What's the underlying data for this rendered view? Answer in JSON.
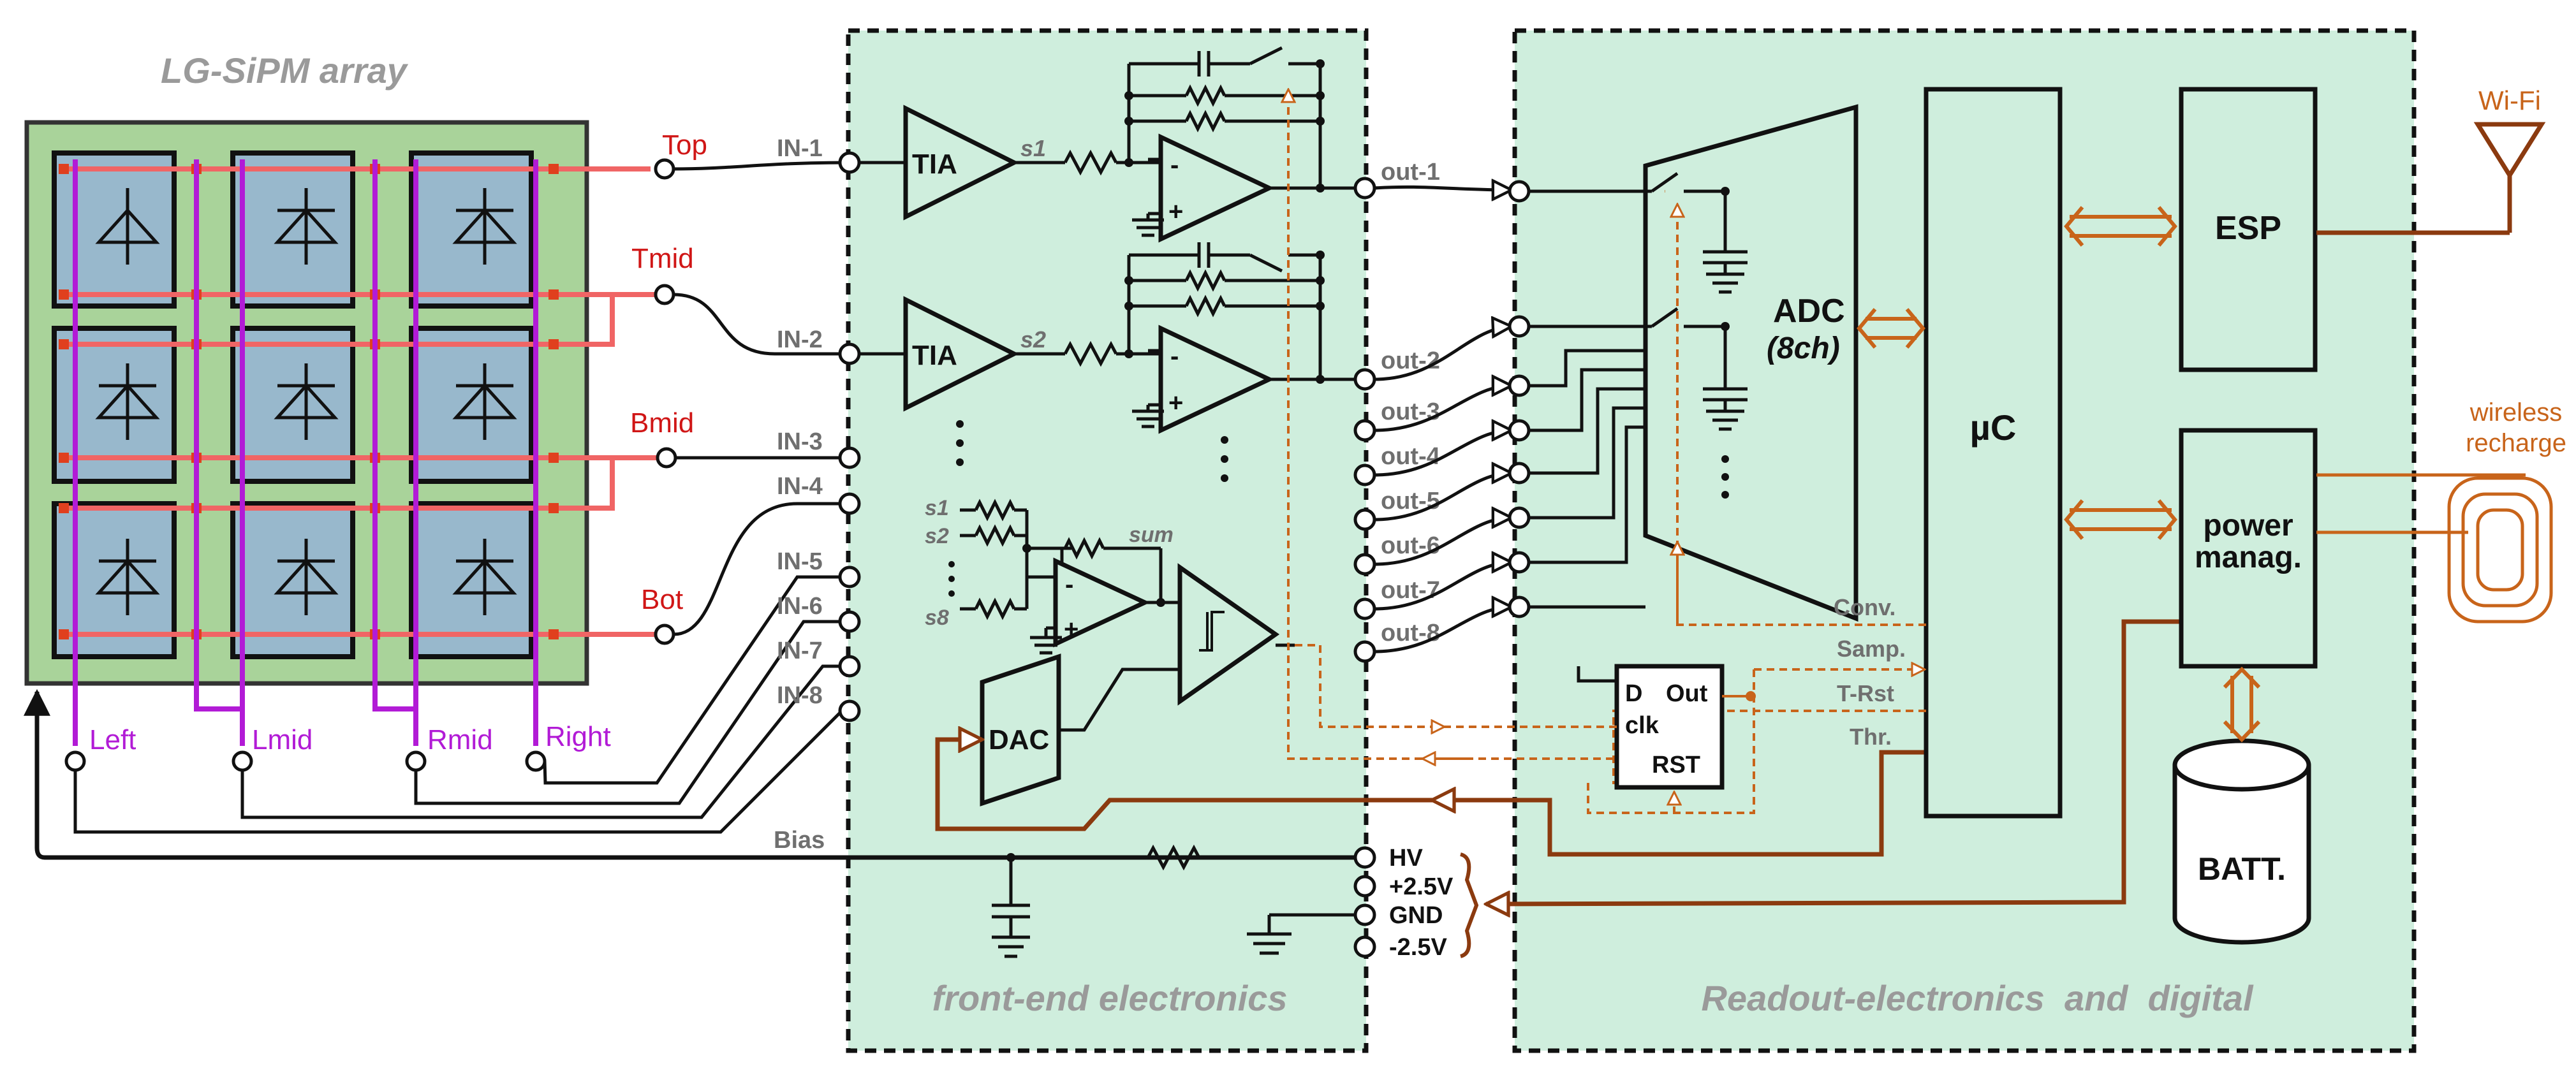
{
  "array": {
    "title": "LG-SiPM array"
  },
  "rows": {
    "top": "Top",
    "tmid": "Tmid",
    "bmid": "Bmid",
    "bot": "Bot"
  },
  "cols": {
    "left": "Left",
    "lmid": "Lmid",
    "rmid": "Rmid",
    "right": "Right"
  },
  "inputs": [
    "IN-1",
    "IN-2",
    "IN-3",
    "IN-4",
    "IN-5",
    "IN-6",
    "IN-7",
    "IN-8"
  ],
  "bias": "Bias",
  "frontend": {
    "title": "front-end electronics",
    "tia": "TIA",
    "s1": "s1",
    "s2": "s2",
    "s8": "s8",
    "sum": "sum",
    "dac": "DAC",
    "minus": "-",
    "plus": "+"
  },
  "outputs": [
    "out-1",
    "out-2",
    "out-3",
    "out-4",
    "out-5",
    "out-6",
    "out-7",
    "out-8"
  ],
  "power": {
    "hv": "HV",
    "p25": "+2.5V",
    "gnd": "GND",
    "m25": "-2.5V"
  },
  "readout": {
    "title": "Readout-electronics  and  digital",
    "adc": "ADC",
    "adc_ch": "(8ch)",
    "uc": "µC",
    "esp": "ESP",
    "pm1": "power",
    "pm2": "manag.",
    "batt": "BATT.",
    "wifi": "Wi-Fi",
    "wireless1": "wireless",
    "wireless2": "recharge",
    "conv": "Conv.",
    "samp": "Samp.",
    "trst": "T-Rst",
    "thr": "Thr.",
    "ff_d": "D",
    "ff_out": "Out",
    "ff_clk": "clk",
    "ff_rst": "RST"
  },
  "colors": {
    "panel": "#cfeedd",
    "array_bg": "#a9d39a",
    "cell": "#98b8cc",
    "row_line": "#f06565",
    "col_line": "#b21bd6",
    "brown": "#8b3a0f",
    "orange": "#c8641a"
  }
}
